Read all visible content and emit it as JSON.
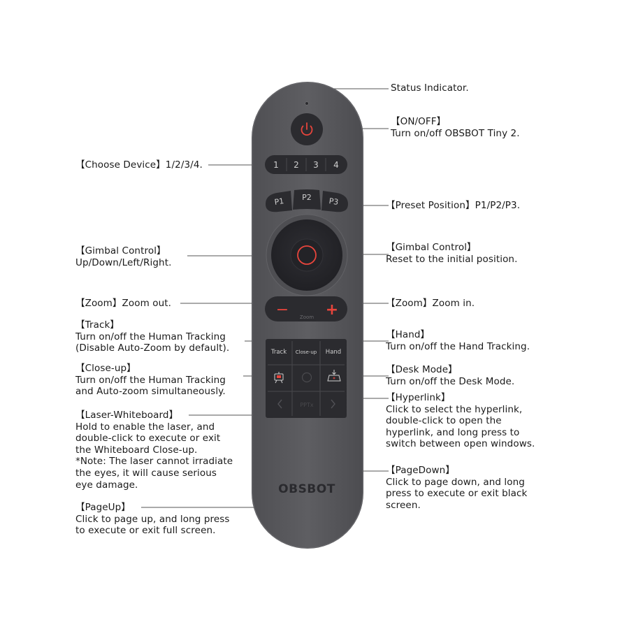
{
  "remote": {
    "buttons": {
      "device_1": "1",
      "device_2": "2",
      "device_3": "3",
      "device_4": "4",
      "preset_1": "P1",
      "preset_2": "P2",
      "preset_3": "P3",
      "zoom_out": "−",
      "zoom_in": "+",
      "zoom_label": "Zoom",
      "track": "Track",
      "close_up": "Close-up",
      "hand": "Hand",
      "pptx": "PPTx"
    },
    "brand": "OBSBOT",
    "colors": {
      "body": "#5a5a5e",
      "button": "#2b2b2f",
      "accent": "#e8453c",
      "label": "#cfcfcf"
    }
  },
  "annotations": {
    "status_indicator": [
      "Status Indicator."
    ],
    "on_off": [
      "【ON/OFF】",
      "Turn on/off OBSBOT Tiny 2."
    ],
    "choose_device": [
      "【Choose Device】1/2/3/4."
    ],
    "preset_position": [
      "【Preset Position】P1/P2/P3."
    ],
    "gimbal_left": [
      "【Gimbal Control】",
      "Up/Down/Left/Right."
    ],
    "gimbal_right": [
      "【Gimbal Control】",
      "Reset to the initial position."
    ],
    "zoom_out": [
      "【Zoom】Zoom out."
    ],
    "zoom_in": [
      "【Zoom】Zoom in."
    ],
    "track": [
      "【Track】",
      "Turn on/off the Human Tracking",
      "(Disable Auto-Zoom by default)."
    ],
    "hand": [
      "【Hand】",
      "Turn on/off the Hand Tracking."
    ],
    "close_up": [
      "【Close-up】",
      "Turn on/off the Human Tracking",
      "and Auto-zoom simultaneously."
    ],
    "desk_mode": [
      "【Desk Mode】",
      "Turn on/off the Desk Mode."
    ],
    "hyperlink": [
      "【Hyperlink】",
      "Click to select the hyperlink,",
      "double-click to open the",
      "hyperlink, and long press to",
      "switch between open windows."
    ],
    "laser_whiteboard": [
      "【Laser-Whiteboard】",
      "Hold to enable the laser, and",
      "double-click to execute or exit",
      "the Whiteboard Close-up.",
      "*Note: The laser cannot irradiate",
      "the eyes, it will cause serious",
      "eye damage."
    ],
    "page_down": [
      "【PageDown】",
      "Click to page down, and long",
      "press to execute or exit black",
      "screen."
    ],
    "page_up": [
      "【PageUp】",
      "Click to page up, and long press",
      "to execute or exit full screen."
    ]
  }
}
